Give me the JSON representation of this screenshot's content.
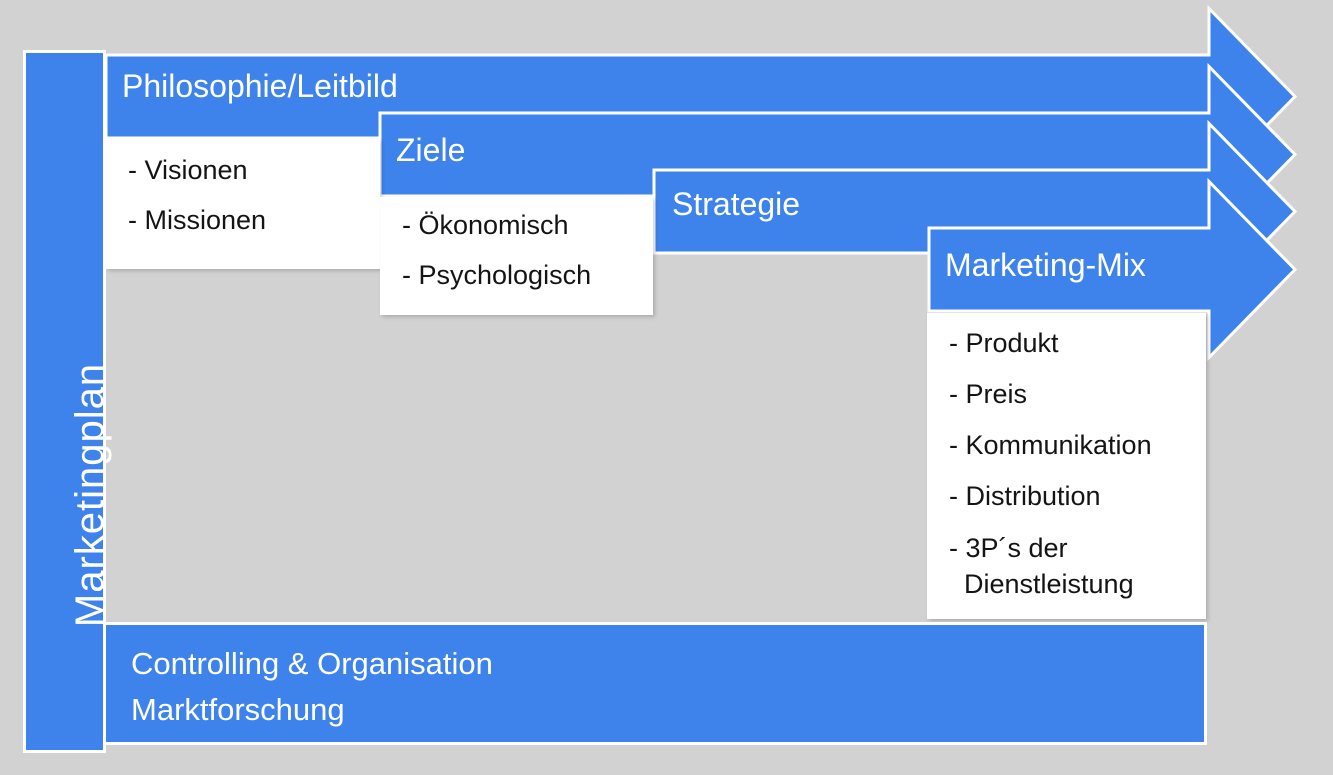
{
  "side_label": "Marketingplan",
  "colors": {
    "accent_blue": "#3e83ec",
    "background_gray": "#d2d2d2",
    "outline_white": "#ffffff",
    "list_text": "#141414"
  },
  "arrows": [
    {
      "label": "Philosophie/Leitbild",
      "items": [
        "- Visionen",
        "- Missionen"
      ]
    },
    {
      "label": "Ziele",
      "items": [
        "- Ökonomisch",
        "- Psychologisch"
      ]
    },
    {
      "label": "Strategie",
      "items": []
    },
    {
      "label": "Marketing-Mix",
      "items": [
        "- Produkt",
        "- Preis",
        "- Kommunikation",
        "- Distribution"
      ],
      "wrapped_item": {
        "line1": "- 3P´s der",
        "line2": "Dienstleistung"
      }
    }
  ],
  "bottom_bar": {
    "line1": "Controlling & Organisation",
    "line2": "Marktforschung"
  }
}
